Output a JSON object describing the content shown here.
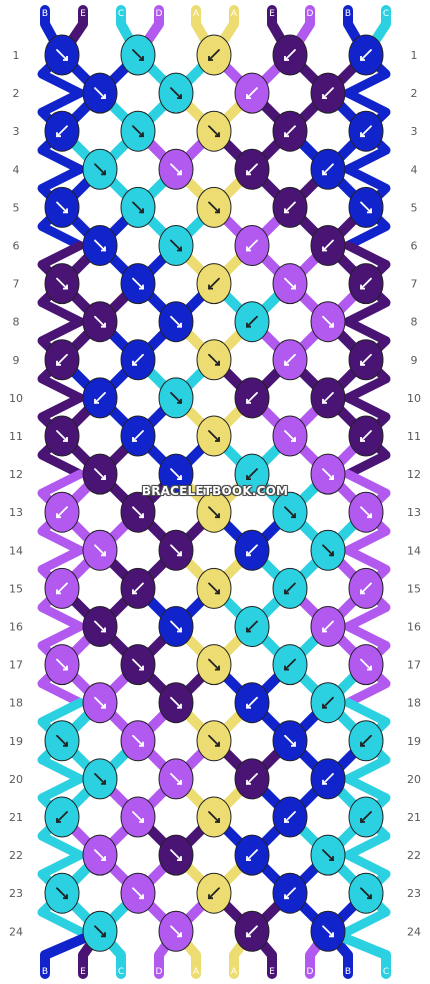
{
  "watermark": "BRACELETBOOK.COM",
  "strand_labels": [
    "B",
    "E",
    "C",
    "D",
    "A",
    "A",
    "E",
    "D",
    "B",
    "C"
  ],
  "row_numbers": [
    "1",
    "2",
    "3",
    "4",
    "5",
    "6",
    "7",
    "8",
    "9",
    "10",
    "11",
    "12",
    "13",
    "14",
    "15",
    "16",
    "17",
    "18",
    "19",
    "20",
    "21",
    "22",
    "23",
    "24"
  ],
  "colors": {
    "A": "#ecdc72",
    "B": "#1124cc",
    "C": "#2bd1e1",
    "D": "#b25af0",
    "E": "#4a1475"
  },
  "knot_rows": [
    [
      "B",
      "C",
      "A",
      "E",
      "B"
    ],
    [
      "B",
      "C",
      "D",
      "E"
    ],
    [
      "B",
      "C",
      "A",
      "E",
      "B"
    ],
    [
      "C",
      "D",
      "E",
      "B"
    ],
    [
      "B",
      "C",
      "A",
      "E",
      "B"
    ],
    [
      "B",
      "C",
      "D",
      "E"
    ],
    [
      "E",
      "B",
      "A",
      "D",
      "E"
    ],
    [
      "E",
      "B",
      "C",
      "D"
    ],
    [
      "E",
      "B",
      "A",
      "D",
      "E"
    ],
    [
      "B",
      "C",
      "E",
      "E"
    ],
    [
      "E",
      "B",
      "A",
      "D",
      "E"
    ],
    [
      "E",
      "B",
      "C",
      "D"
    ],
    [
      "D",
      "E",
      "A",
      "C",
      "D"
    ],
    [
      "D",
      "E",
      "B",
      "C"
    ],
    [
      "D",
      "E",
      "A",
      "C",
      "D"
    ],
    [
      "E",
      "B",
      "C",
      "D"
    ],
    [
      "D",
      "E",
      "A",
      "C",
      "D"
    ],
    [
      "D",
      "E",
      "B",
      "C"
    ],
    [
      "C",
      "D",
      "A",
      "B",
      "C"
    ],
    [
      "C",
      "D",
      "E",
      "B"
    ],
    [
      "C",
      "D",
      "A",
      "B",
      "C"
    ],
    [
      "D",
      "E",
      "B",
      "C"
    ],
    [
      "C",
      "D",
      "A",
      "B",
      "C"
    ],
    [
      "C",
      "D",
      "E",
      "B"
    ]
  ],
  "knot_arrows": [
    [
      "se",
      "se",
      "sw",
      "sw",
      "sw"
    ],
    [
      "se",
      "se",
      "sw",
      "sw"
    ],
    [
      "sw",
      "se",
      "se",
      "sw",
      "sw"
    ],
    [
      "se",
      "se",
      "sw",
      "sw"
    ],
    [
      "se",
      "se",
      "se",
      "sw",
      "se"
    ],
    [
      "se",
      "se",
      "sw",
      "sw"
    ],
    [
      "se",
      "se",
      "sw",
      "se",
      "sw"
    ],
    [
      "se",
      "se",
      "sw",
      "se"
    ],
    [
      "sw",
      "sw",
      "se",
      "sw",
      "sw"
    ],
    [
      "sw",
      "se",
      "sw",
      "sw"
    ],
    [
      "se",
      "sw",
      "se",
      "se",
      "sw"
    ],
    [
      "se",
      "se",
      "sw",
      "se"
    ],
    [
      "sw",
      "se",
      "se",
      "se",
      "se"
    ],
    [
      "se",
      "se",
      "sw",
      "se"
    ],
    [
      "sw",
      "sw",
      "se",
      "sw",
      "sw"
    ],
    [
      "se",
      "se",
      "sw",
      "sw"
    ],
    [
      "se",
      "se",
      "se",
      "sw",
      "se"
    ],
    [
      "se",
      "se",
      "sw",
      "sw"
    ],
    [
      "se",
      "se",
      "se",
      "se",
      "sw"
    ],
    [
      "se",
      "se",
      "sw",
      "sw"
    ],
    [
      "sw",
      "se",
      "se",
      "sw",
      "sw"
    ],
    [
      "se",
      "se",
      "sw",
      "se"
    ],
    [
      "se",
      "se",
      "sw",
      "sw",
      "se"
    ],
    [
      "se",
      "se",
      "sw",
      "se"
    ]
  ]
}
